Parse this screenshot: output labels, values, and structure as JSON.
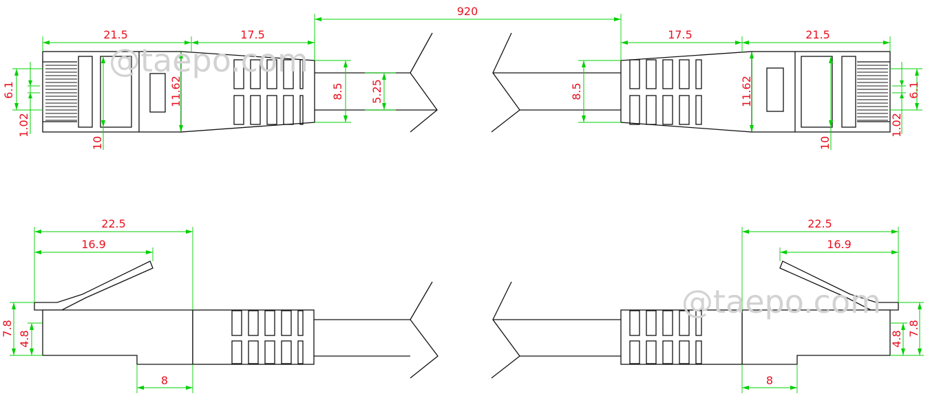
{
  "watermarks": {
    "top_left": "@taepo.com",
    "bottom_right": "@taepo.com"
  },
  "top_view": {
    "cable_length": "920",
    "left": {
      "plug_length": "21.5",
      "boot_length": "17.5",
      "plug_height": "11.62",
      "plug_inner_height": "10",
      "pin_span": "6.1",
      "pin_pitch": "1.02",
      "cable_diameter": "8.5",
      "conductor_span": "5.25"
    },
    "right": {
      "plug_length": "21.5",
      "boot_length": "17.5",
      "plug_height": "11.62",
      "plug_inner_height": "10",
      "pin_span": "6.1",
      "pin_pitch": "1.02",
      "cable_diameter": "8.5"
    }
  },
  "side_view": {
    "left": {
      "overall_length": "22.5",
      "latch_length": "16.9",
      "overall_height": "7.8",
      "body_height": "4.8",
      "step_length": "8"
    },
    "right": {
      "overall_length": "22.5",
      "latch_length": "16.9",
      "overall_height": "7.8",
      "body_height": "4.8",
      "step_length": "8"
    }
  },
  "colors": {
    "outline": "#111111",
    "dimension_line": "#00d000",
    "dimension_text": "#e8101e",
    "watermark": "#d2d2d2"
  }
}
